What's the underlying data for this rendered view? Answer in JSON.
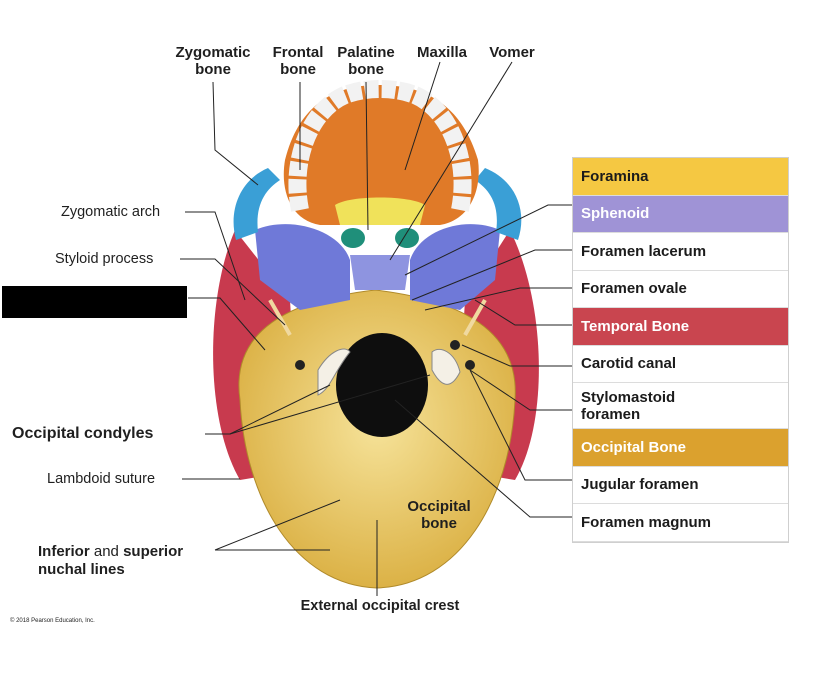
{
  "labels_top": {
    "zygomatic": "Zygomatic\nbone",
    "frontal": "Frontal\nbone",
    "palatine": "Palatine\nbone",
    "maxilla": "Maxilla",
    "vomer": "Vomer"
  },
  "labels_left": {
    "zygomatic_arch": "Zygomatic arch",
    "styloid": "Styloid process",
    "occipital_condyles": "Occipital condyles",
    "lambdoid": "Lambdoid suture",
    "nuchal_inferior": "Inferior",
    "nuchal_and": " and ",
    "nuchal_superior": "superior",
    "nuchal_lines": "nuchal lines"
  },
  "labels_bottom": {
    "occipital_bone": "Occipital\nbone",
    "external_crest": "External occipital crest"
  },
  "copyright": "© 2018 Pearson Education, Inc.",
  "legend": [
    {
      "text": "Foramina",
      "kind": "foramina"
    },
    {
      "text": "Sphenoid",
      "kind": "sphenoid"
    },
    {
      "text": "Foramen lacerum",
      "kind": "plain"
    },
    {
      "text": "Foramen ovale",
      "kind": "plain"
    },
    {
      "text": "Temporal Bone",
      "kind": "temporal"
    },
    {
      "text": "Carotid canal",
      "kind": "plain"
    },
    {
      "text": "Stylomastoid\nforamen",
      "kind": "plain"
    },
    {
      "text": "Occipital Bone",
      "kind": "occipital"
    },
    {
      "text": "Jugular foramen",
      "kind": "plain"
    },
    {
      "text": "Foramen magnum",
      "kind": "plain"
    }
  ],
  "colors": {
    "occipital": "#e9c45a",
    "temporal": "#c83a4e",
    "sphenoid": "#6f79d8",
    "maxilla": "#e07a28",
    "palatine": "#f0e25a",
    "zygomatic": "#3a9fd6",
    "teeth": "#f2f2f2"
  }
}
